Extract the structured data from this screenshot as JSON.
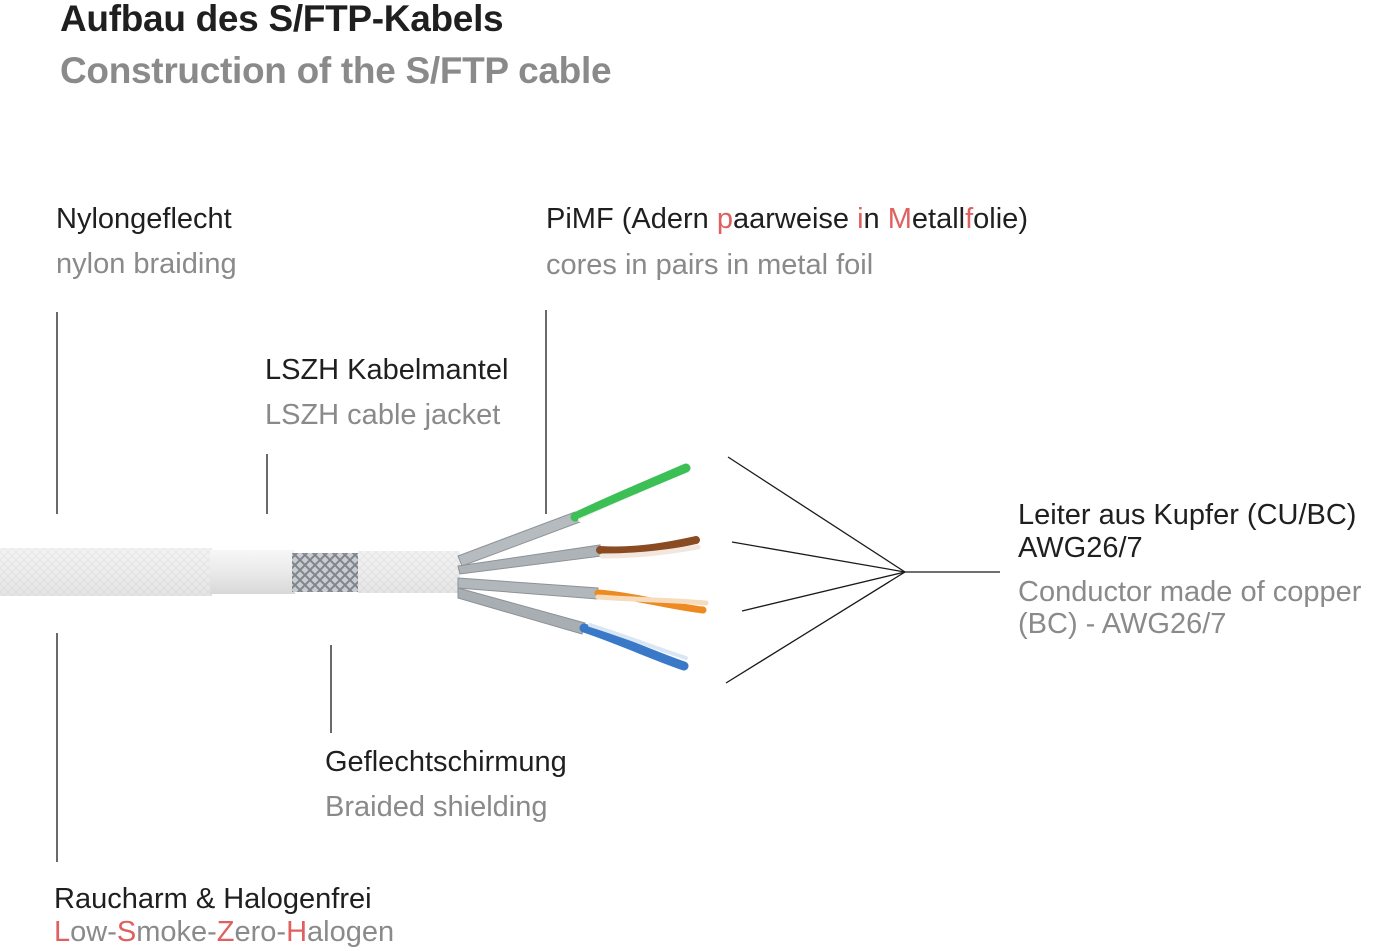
{
  "title": {
    "de": "Aufbau des S/FTP-Kabels",
    "en": "Construction of the S/FTP cable"
  },
  "labels": {
    "nylon": {
      "de": "Nylongeflecht",
      "en": "nylon braiding"
    },
    "pimf": {
      "de_parts": [
        "PiMF (Adern ",
        "p",
        "aarweise ",
        "i",
        "n ",
        "M",
        "etall",
        "f",
        "olie)"
      ],
      "en": "cores in pairs in metal foil"
    },
    "jacket": {
      "de": "LSZH Kabelmantel",
      "en": "LSZH cable jacket"
    },
    "conductor": {
      "de_line1": "Leiter aus Kupfer (CU/BC)",
      "de_line2": "AWG26/7",
      "en_line1": "Conductor made of copper",
      "en_line2": "(BC) - AWG26/7"
    },
    "shielding": {
      "de": "Geflechtschirmung",
      "en": "Braided shielding"
    },
    "lszh": {
      "de": "Raucharm & Halogenfrei",
      "en_parts": [
        "L",
        "ow-",
        "S",
        "moke-",
        "Z",
        "ero-",
        "H",
        "alogen"
      ]
    }
  },
  "colors": {
    "highlight": "#e0605f",
    "text_dark": "#1f1f1f",
    "text_gray": "#8a8a8a",
    "pair_green": "#3cbf54",
    "pair_brown": "#8a4a22",
    "pair_orange": "#ee8a22",
    "pair_blue": "#3a78c8",
    "foil": "#a9aeb3",
    "jacket": "#eeeeee"
  }
}
